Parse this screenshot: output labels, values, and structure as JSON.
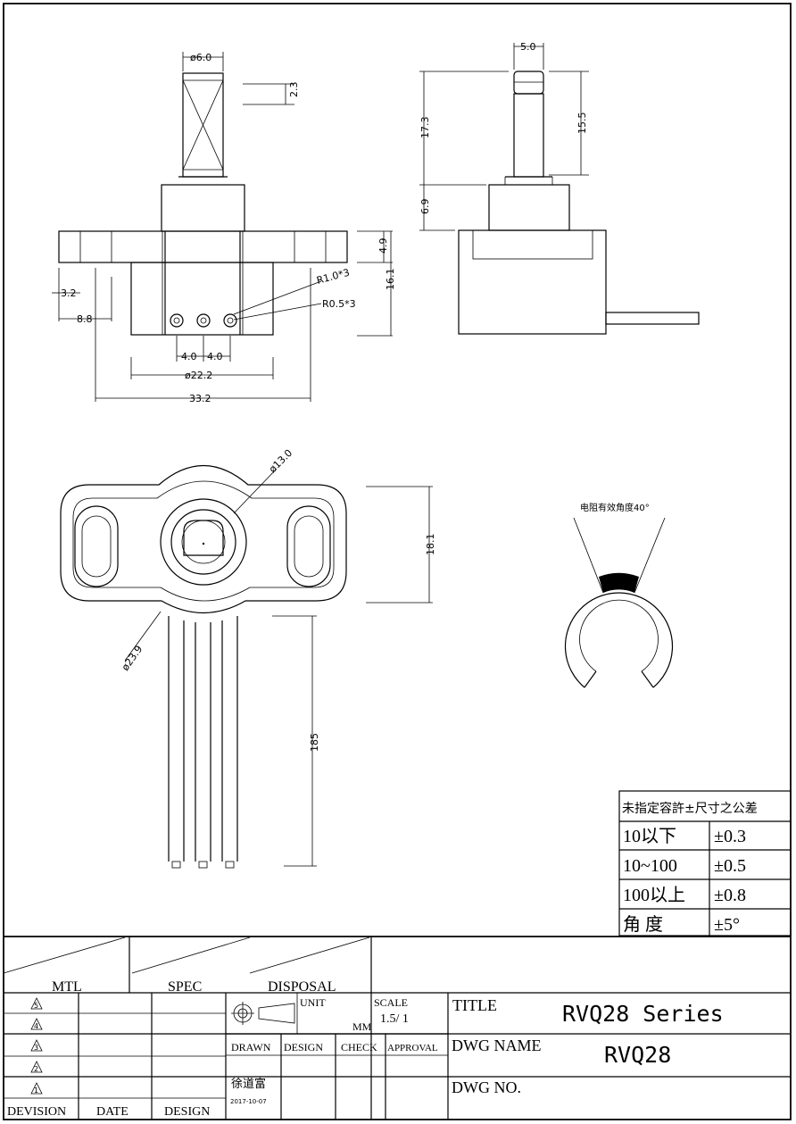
{
  "dims": {
    "front": {
      "shaft_dia": "ø6.0",
      "flat_h": "2.3",
      "flange_h": "4.9",
      "total_h": "16.1",
      "r_small": "R1.0*3",
      "r_pin": "R0.5*3",
      "pitch1": "4.0",
      "pitch2": "4.0",
      "body_dia": "ø22.2",
      "total_w": "33.2",
      "left_a": "3.2",
      "left_b": "8.8"
    },
    "side": {
      "flat_w": "5.0",
      "shaft_len": "17.3",
      "shaft_len2": "15.5",
      "boss_h": "6.9"
    },
    "top": {
      "hole_dia": "ø13.0",
      "total_h": "18.1",
      "body_dia": "ø23.9",
      "wire_len": "185"
    },
    "angle": {
      "label": "电阻有效角度40°"
    }
  },
  "tolerance": {
    "header": "未指定容許±尺寸之公差",
    "rows": [
      {
        "range": "10以下",
        "tol": "±0.3"
      },
      {
        "range": "10~100",
        "tol": "±0.5"
      },
      {
        "range": "100以上",
        "tol": "±0.8"
      },
      {
        "range": "角  度",
        "tol": "±5°"
      }
    ]
  },
  "titleblock": {
    "mtl": "MTL",
    "spec": "SPEC",
    "disposal": "DISPOSAL",
    "unit": "UNIT",
    "unit_val": "MM",
    "scale": "SCALE",
    "scale_val": "1.5/ 1",
    "title_label": "TITLE",
    "title_val": "RVQ28 Series",
    "dwgname_label": "DWG NAME",
    "dwgname_val": "RVQ28",
    "dwgno_label": "DWG NO.",
    "drawn": "DRAWN",
    "design": "DESIGN",
    "check": "CHECK",
    "approval": "APPROVAL",
    "drawer": "徐道富",
    "date": "2017-10-07",
    "revisions": [
      "5",
      "4",
      "3",
      "2",
      "1"
    ],
    "devision": "DEVISION",
    "date_col": "DATE",
    "design_col": "DESIGN"
  }
}
